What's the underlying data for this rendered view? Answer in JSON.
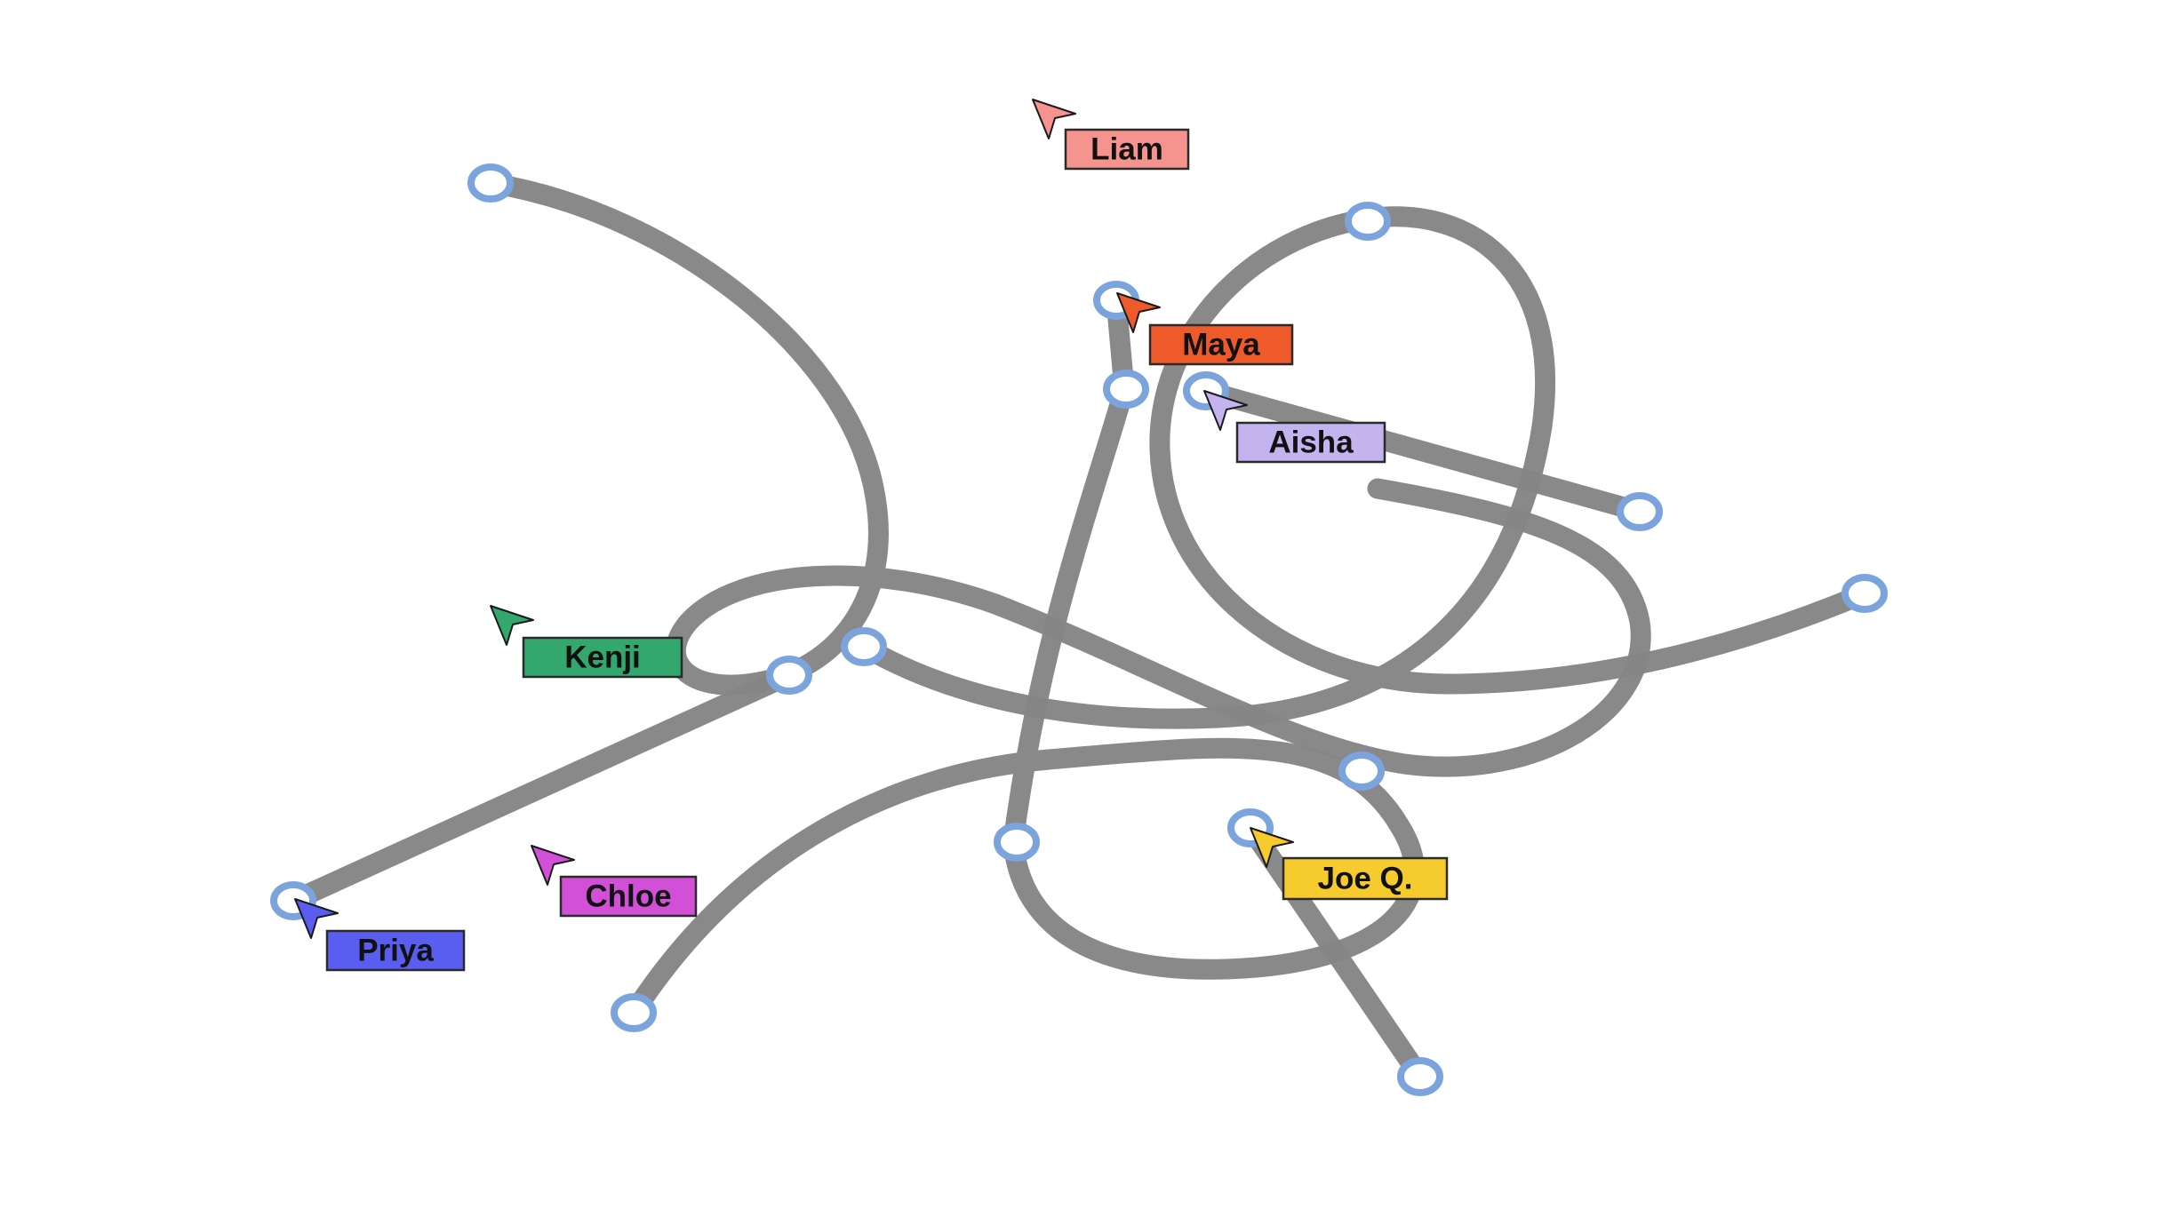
{
  "board": {
    "background": "#ffffff",
    "connector_color": "#858585",
    "handle_outline_color": "#7ca4dc"
  },
  "collaborators": [
    {
      "name": "Liam",
      "color": "#f5948f",
      "icon": "cursor-arrow-icon"
    },
    {
      "name": "Maya",
      "color": "#ef5a2a",
      "icon": "cursor-arrow-icon"
    },
    {
      "name": "Aisha",
      "color": "#c3b4f0",
      "icon": "cursor-arrow-icon"
    },
    {
      "name": "Kenji",
      "color": "#32a86e",
      "icon": "cursor-arrow-icon"
    },
    {
      "name": "Chloe",
      "color": "#d24fd8",
      "icon": "cursor-arrow-icon"
    },
    {
      "name": "Priya",
      "color": "#5a5ef0",
      "icon": "cursor-arrow-icon"
    },
    {
      "name": "Joe Q.",
      "color": "#f6cb2d",
      "icon": "cursor-arrow-icon"
    }
  ]
}
